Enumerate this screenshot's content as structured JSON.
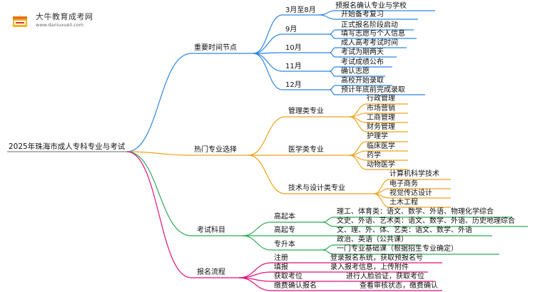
{
  "brand": {
    "name": "大牛教育成考网",
    "url": "www.daniuxueli.com"
  },
  "root": "2025年珠海市成人专科专业与考试",
  "colors": {
    "blue": "#2e86e0",
    "orange": "#f0a21a",
    "green": "#2eaa56",
    "magenta": "#e3117a",
    "logo_yellow": "#f3b320",
    "logo_orange": "#e8741c",
    "logo_red": "#d23a2a"
  },
  "time": {
    "label": "重要时间节点",
    "items": [
      {
        "label": "3月至8月",
        "children": [
          "预报名确认专业与学校",
          "开始备考复习"
        ]
      },
      {
        "label": "9月",
        "children": [
          "正式报名阶段启动",
          "填写志愿与个人信息"
        ]
      },
      {
        "label": "10月",
        "children": [
          "成人高考考试时间",
          "考试为期两天"
        ]
      },
      {
        "label": "11月",
        "children": [
          "考试成绩公布",
          "确认志愿"
        ]
      },
      {
        "label": "12月",
        "children": [
          "高校开始录取",
          "预计年底前完成录取"
        ]
      }
    ]
  },
  "majors": {
    "label": "热门专业选择",
    "items": [
      {
        "label": "管理类专业",
        "children": [
          "行政管理",
          "市场营销",
          "工商管理",
          "财务管理"
        ]
      },
      {
        "label": "医学类专业",
        "children": [
          "护理学",
          "临床医学",
          "药学",
          "动物医学"
        ]
      },
      {
        "label": "技术与设计类专业",
        "children": [
          "计算机科学技术",
          "电子商务",
          "视觉传达设计",
          "土木工程"
        ]
      }
    ]
  },
  "subjects": {
    "label": "考试科目",
    "items": [
      {
        "label": "高起本",
        "children": [
          "理工、体育类：语文、数学、外语、物理化学综合",
          "文史、外语、艺术类：语文、数学、外语、历史地理综合"
        ]
      },
      {
        "label": "高起专",
        "children": [
          "文、理、外、体、艺类：语文、数学、外语"
        ]
      },
      {
        "label": "专升本",
        "children": [
          "政治、英语（公共课）",
          "一门专业基础课（根据招生专业确定）"
        ]
      }
    ]
  },
  "process": {
    "label": "报名流程",
    "items": [
      {
        "label": "注册",
        "children": [
          "登录报名系统，获取预报名号"
        ]
      },
      {
        "label": "填报",
        "children": [
          "录入报考信息，上传附件"
        ]
      },
      {
        "label": "获取考位",
        "children": [
          "进行人脸验证，获取考位"
        ]
      },
      {
        "label": "缴费确认报名",
        "children": [
          "查看审核状态，缴费确认"
        ]
      }
    ]
  }
}
